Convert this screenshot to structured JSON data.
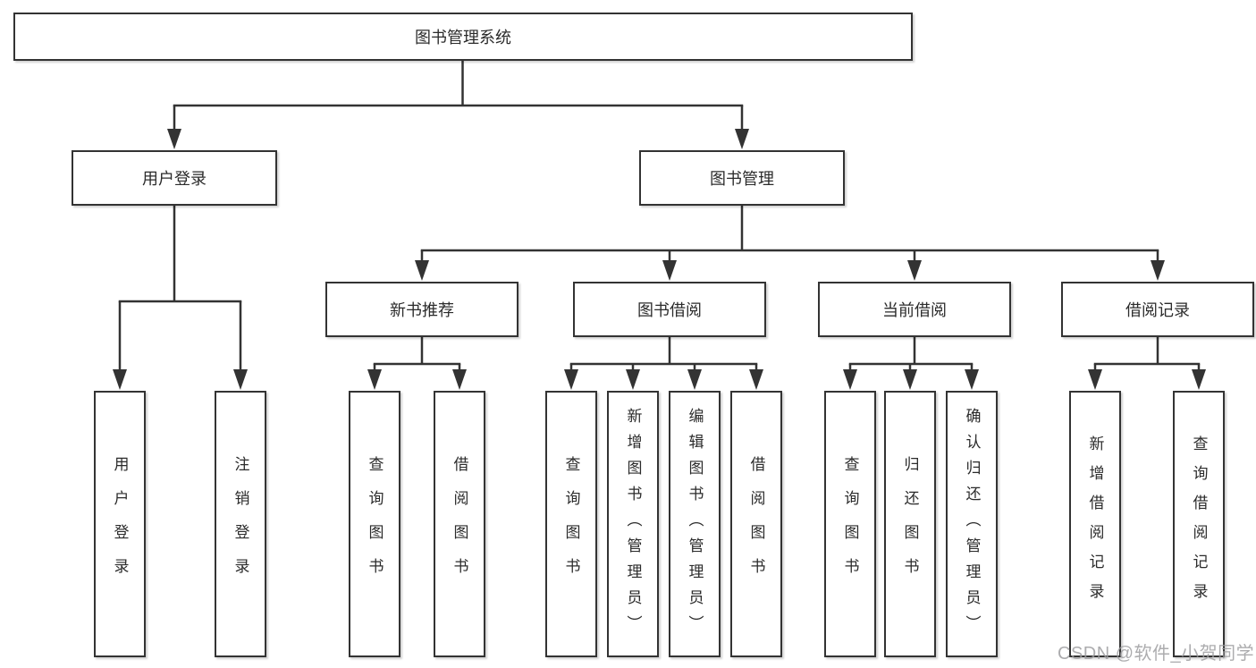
{
  "colors": {
    "line": "#333333",
    "box_border": "#333333",
    "text": "#2b2b2b",
    "background": "#ffffff",
    "watermark": "#9e9ea0"
  },
  "watermark": {
    "text": "CSDN @软件_小贺同学"
  },
  "diagram": {
    "type": "hierarchy-diagram",
    "root": {
      "label": "图书管理系统"
    },
    "level2": [
      {
        "label": "用户登录",
        "children": [
          {
            "label": "用户登录"
          },
          {
            "label": "注销登录"
          }
        ]
      },
      {
        "label": "图书管理"
      }
    ],
    "level3": [
      {
        "label": "新书推荐",
        "children": [
          {
            "label": "查询图书"
          },
          {
            "label": "借阅图书"
          }
        ]
      },
      {
        "label": "图书借阅",
        "children": [
          {
            "label": "查询图书"
          },
          {
            "label": "新增图书（管理员）"
          },
          {
            "label": "编辑图书（管理员）"
          },
          {
            "label": "借阅图书"
          }
        ]
      },
      {
        "label": "当前借阅",
        "children": [
          {
            "label": "查询图书"
          },
          {
            "label": "归还图书"
          },
          {
            "label": "确认归还（管理员）"
          }
        ]
      },
      {
        "label": "借阅记录",
        "children": [
          {
            "label": "新增借阅记录"
          },
          {
            "label": "查询借阅记录"
          }
        ]
      }
    ]
  }
}
